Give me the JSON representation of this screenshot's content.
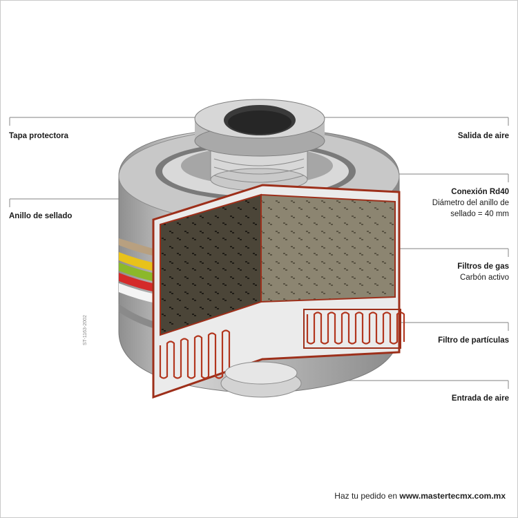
{
  "labels": {
    "tapa_protectora": "Tapa protectora",
    "anillo_de_sellado": "Anillo de sellado",
    "salida_de_aire": "Salida de aire",
    "conexion_title": "Conexión Rd40",
    "conexion_detail_1": "Diámetro del anillo de",
    "conexion_detail_2": "sellado = 40 mm",
    "filtros_de_gas": "Filtros de gas",
    "carbon_activo": "Carbón activo",
    "filtro_de_particulas": "Filtro de partículas",
    "entrada_de_aire": "Entrada de aire"
  },
  "drawing_code": "ST-1163-2002",
  "footer": {
    "prefix": "Haz tu pedido en ",
    "url": "www.mastertecmx.com.mx"
  },
  "colors": {
    "leader": "#999999",
    "body_gray": "#b3b3b3",
    "carbon_dark": "#4a4438",
    "carbon_light": "#8d8672",
    "casing_red": "#b2361e",
    "band_yellow": "#e8c21a",
    "band_green": "#8bb82a",
    "band_red": "#d42a2a",
    "band_tan": "#b8a080"
  }
}
